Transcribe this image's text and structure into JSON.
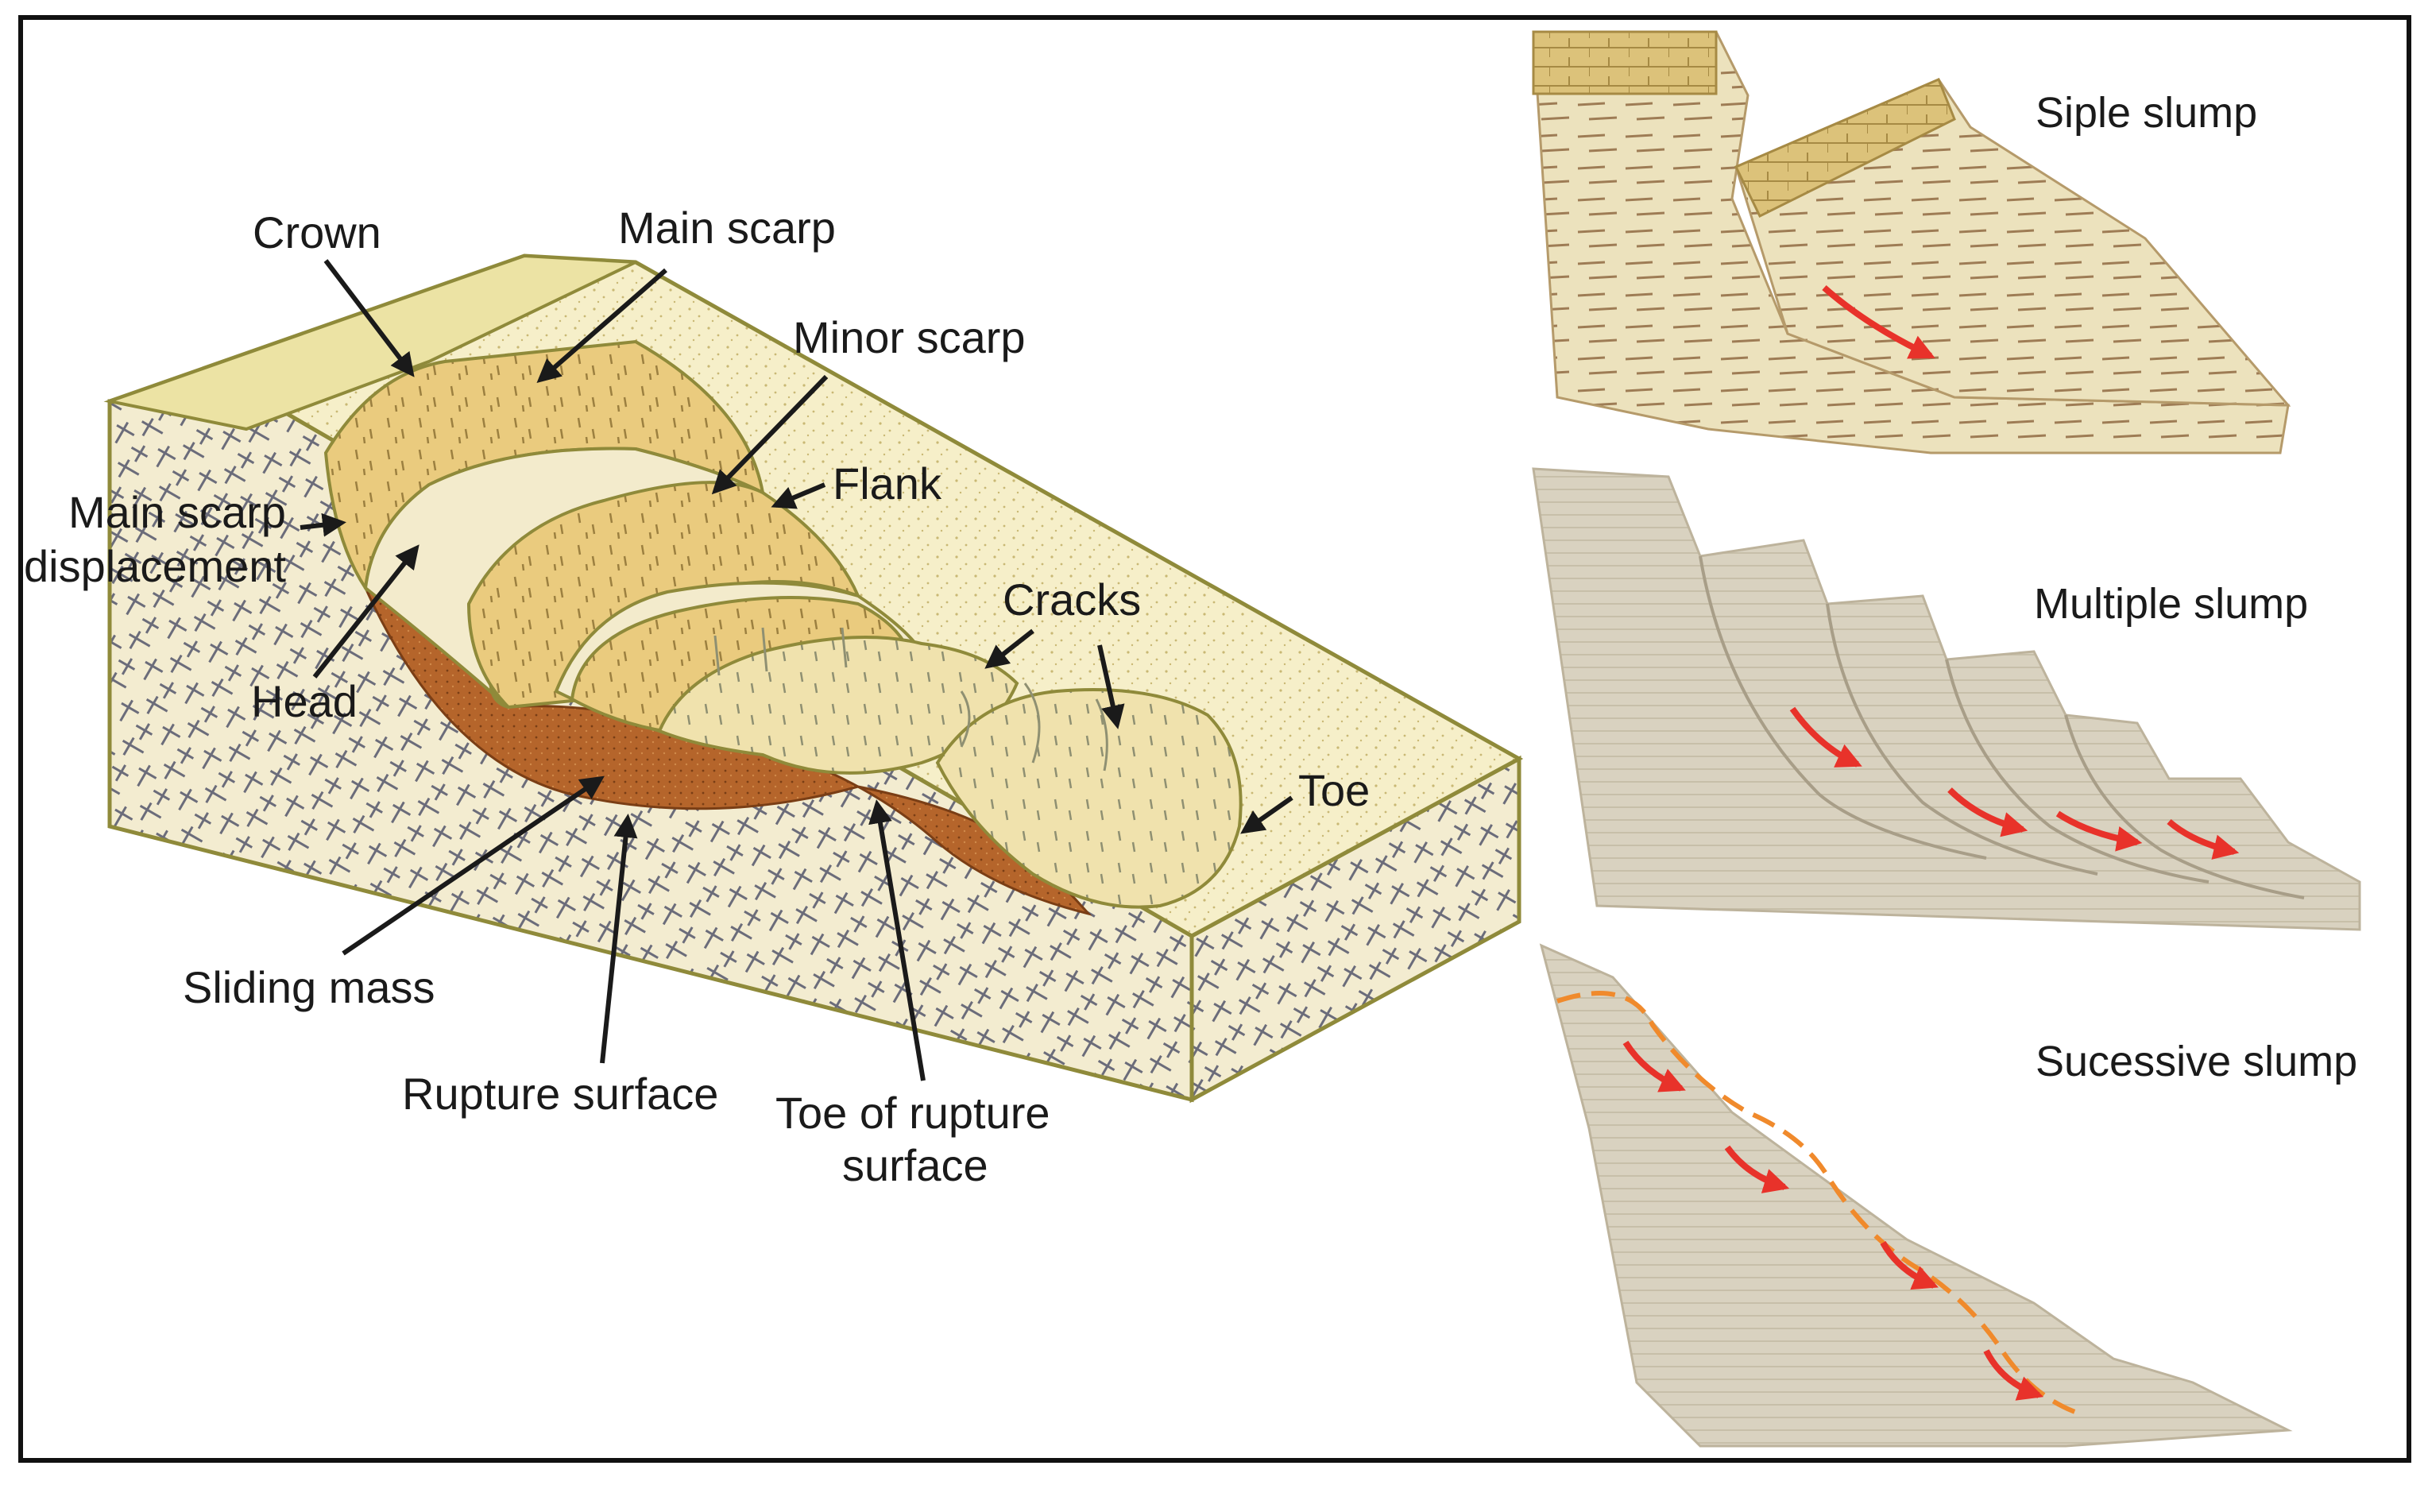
{
  "labels": {
    "crown": "Crown",
    "main_scarp": "Main scarp",
    "minor_scarp": "Minor scarp",
    "flank": "Flank",
    "main_scarp_displacement_line1": "Main scarp",
    "main_scarp_displacement_line2": "displacement",
    "head": "Head",
    "cracks": "Cracks",
    "toe": "Toe",
    "sliding_mass": "Sliding mass",
    "rupture_surface": "Rupture surface",
    "toe_of_rupture_line1": "Toe of rupture",
    "toe_of_rupture_line2": "surface"
  },
  "panels": {
    "simple": "Siple slump",
    "multiple": "Multiple slump",
    "successive": "Sucessive slump"
  },
  "colors": {
    "sand": "#f6efc9",
    "sand_dark": "#efe2a8",
    "slump_block": "#eacb7e",
    "rupture": "#b5652b",
    "bedrock": "#f3ecd0",
    "bedrock_line": "#6b6c7a",
    "outline": "#8f8a3a",
    "arrow_red": "#e8322a",
    "arrow_orange": "#f08a2c",
    "layer_grey": "#d9d2c0"
  }
}
